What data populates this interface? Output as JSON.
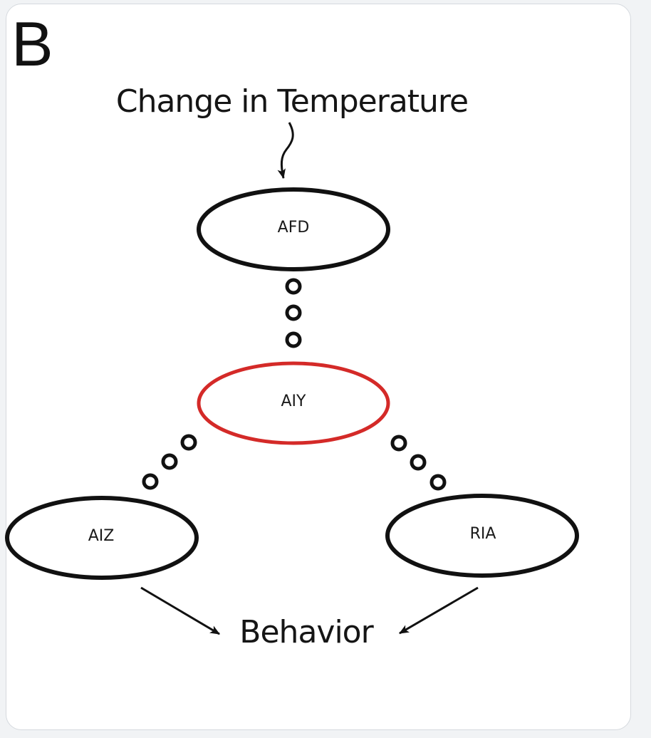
{
  "panel": {
    "letter": "B"
  },
  "diagram": {
    "stimulus": "Change in Temperature",
    "output": "Behavior",
    "nodes": [
      {
        "id": "afd",
        "label": "AFD",
        "outline": "#111111"
      },
      {
        "id": "aiy",
        "label": "AIY",
        "outline": "#d42a28"
      },
      {
        "id": "aiz",
        "label": "AIZ",
        "outline": "#111111"
      },
      {
        "id": "ria",
        "label": "RIA",
        "outline": "#111111"
      }
    ]
  },
  "colors": {
    "background": "#f1f3f5",
    "card": "#ffffff",
    "ink": "#111111",
    "highlight": "#d42a28"
  }
}
